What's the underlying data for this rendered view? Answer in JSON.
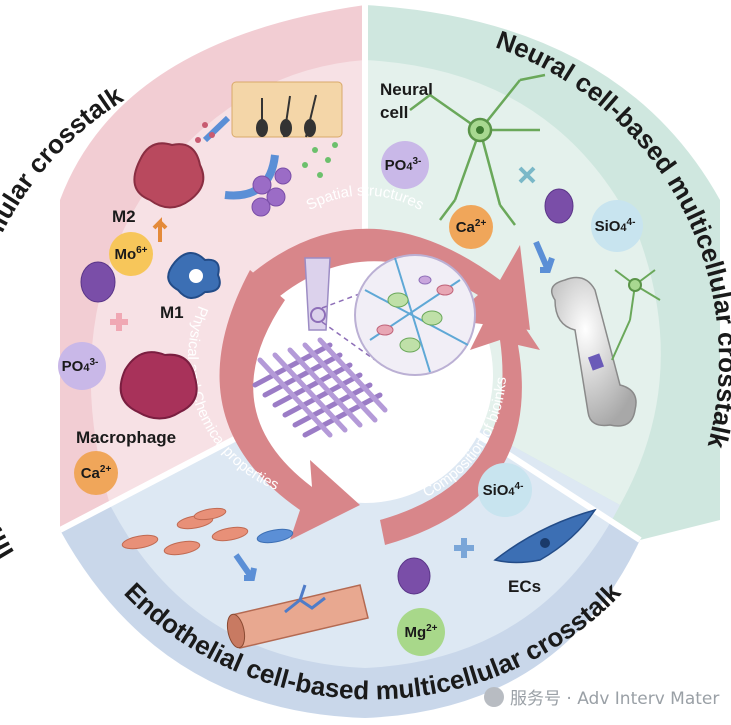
{
  "sectors": {
    "immune": {
      "title": "Immune cell-based multicellular crosstalk",
      "color": "#f2cdd3"
    },
    "neural": {
      "title": "Neural cell-based multicellular crosstalk",
      "color": "#cfe7df"
    },
    "endothelial": {
      "title": "Endothelial cell-based multicellular crosstalk",
      "color": "#c9d7ea"
    }
  },
  "center_arrows": {
    "top": "Spatial structures",
    "left": "Physical and Chemical properties",
    "right": "Composition of bioinks"
  },
  "labels": {
    "m2": "M2",
    "m1": "M1",
    "macrophage": "Macrophage",
    "neural_cell_line1": "Neural",
    "neural_cell_line2": "cell",
    "ecs": "ECs"
  },
  "ions": {
    "mo": {
      "base": "Mo",
      "sup": "6+"
    },
    "po4_immune": {
      "base": "PO",
      "sub": "4",
      "sup": "3-"
    },
    "ca_immune": {
      "base": "Ca",
      "sup": "2+"
    },
    "po4_neural": {
      "base": "PO",
      "sub": "4",
      "sup": "3-"
    },
    "ca_neural": {
      "base": "Ca",
      "sup": "2+"
    },
    "sio4_neural": {
      "base": "SiO",
      "sub": "4",
      "sup": "4-"
    },
    "sio4_endo": {
      "base": "SiO",
      "sub": "4",
      "sup": "4-"
    },
    "mg": {
      "base": "Mg",
      "sup": "2+"
    }
  },
  "watermark": "服务号 · Adv Interv Mater"
}
